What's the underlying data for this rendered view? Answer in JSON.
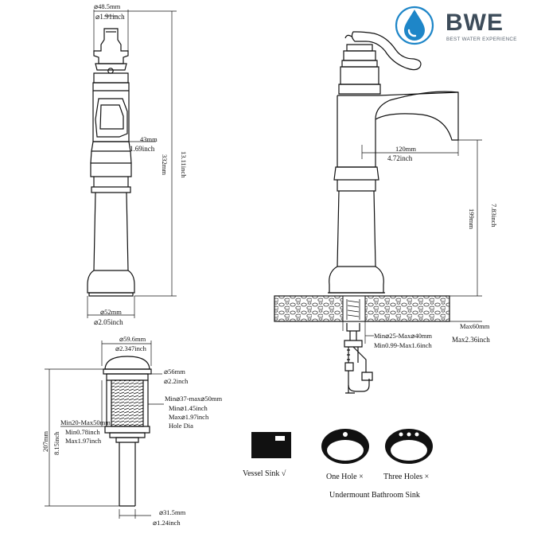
{
  "brand": {
    "name": "BWE",
    "tagline": "BEST WATER EXPERIENCE",
    "primary_color": "#1e86c8",
    "text_color": "#3d4c5a",
    "logo_icon": "water-drop-icon"
  },
  "faucet_side": {
    "top_diameter_mm": "⌀48.5mm",
    "top_diameter_in": "⌀1.91inch",
    "handle_depth_mm": "43mm",
    "handle_depth_in": "1.69inch",
    "height_mm": "332mm",
    "height_in": "13.11inch",
    "base_diameter_mm": "⌀52mm",
    "base_diameter_in": "⌀2.05inch"
  },
  "faucet_front": {
    "reach_mm": "120mm",
    "reach_in": "4.72inch",
    "spout_height_mm": "199mm",
    "spout_height_in": "7.83inch",
    "deck_hole_mm": "Min⌀25-Max⌀40mm",
    "deck_hole_in": "Min0.99-Max1.6inch",
    "deck_thickness_mm": "Max60mm",
    "deck_thickness_in": "Max2.36inch"
  },
  "drain": {
    "cap_diameter_mm": "⌀59.6mm",
    "cap_diameter_in": "⌀2.347inch",
    "flange_diameter_mm": "⌀56mm",
    "flange_diameter_in": "⌀2.2inch",
    "hole_dia_mm": "Min⌀37-max⌀50mm",
    "hole_dia_min_in": "Min⌀1.45inch",
    "hole_dia_max_in": "Max⌀1.97inch",
    "hole_dia_label": "Hole Dia",
    "thread_length_mm": "Min20-Max50mm",
    "thread_length_min_in": "Min0.78inch",
    "thread_length_max_in": "Max1.97inch",
    "total_height_mm": "207mm",
    "total_height_in": "8.15inch",
    "tail_diameter_mm": "⌀31.5mm",
    "tail_diameter_in": "⌀1.24inch"
  },
  "sinks": {
    "vessel": "Vessel Sink √",
    "one_hole": "One Hole ×",
    "three_holes": "Three Holes ×",
    "undermount_caption": "Undermount Bathroom Sink"
  }
}
